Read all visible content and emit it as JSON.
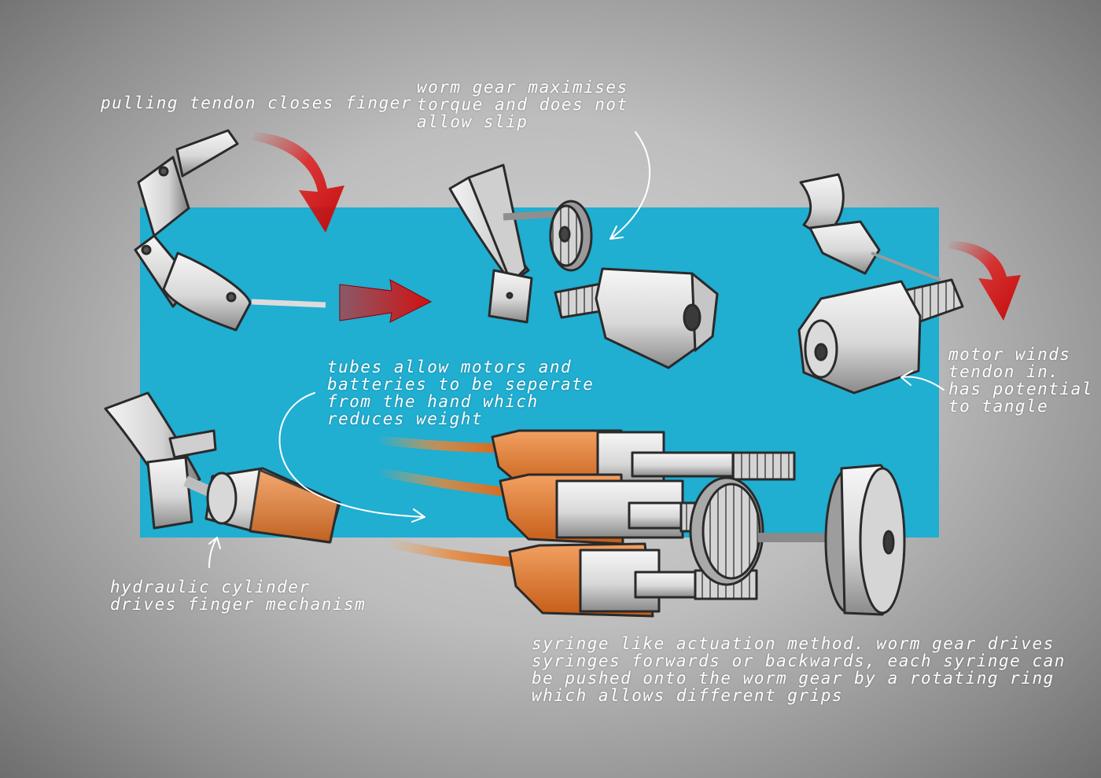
{
  "colors": {
    "background": "#c4c4c4",
    "panel": "#20aed1",
    "arrow": "#e01414",
    "syringe_fluid": "#e27a2c",
    "metal": "#e8e8e8",
    "annotation_text": "#ffffff"
  },
  "annotations": {
    "tendon_closes": [
      "pulling tendon closes finger"
    ],
    "worm_gear": [
      "worm gear maximises",
      "torque and does not",
      "allow slip"
    ],
    "motor_winds": [
      "motor winds",
      "tendon in.",
      "has potential",
      "to tangle"
    ],
    "tubes": [
      "tubes allow motors and",
      "batteries to be seperate",
      "from the hand which",
      "reduces weight"
    ],
    "hydraulic": [
      "hydraulic cylinder",
      "drives finger mechanism"
    ],
    "syringe": [
      "syringe like actuation method. worm gear drives",
      "syringes forwards or backwards, each syringe can",
      "be pushed onto the worm gear by a rotating ring",
      "which allows different grips"
    ]
  },
  "icons": [
    "curved-arrow-icon",
    "straight-arrow-icon",
    "finger-segment-icon",
    "worm-gear-icon",
    "motor-icon",
    "syringe-icon",
    "hydraulic-cylinder-icon"
  ]
}
